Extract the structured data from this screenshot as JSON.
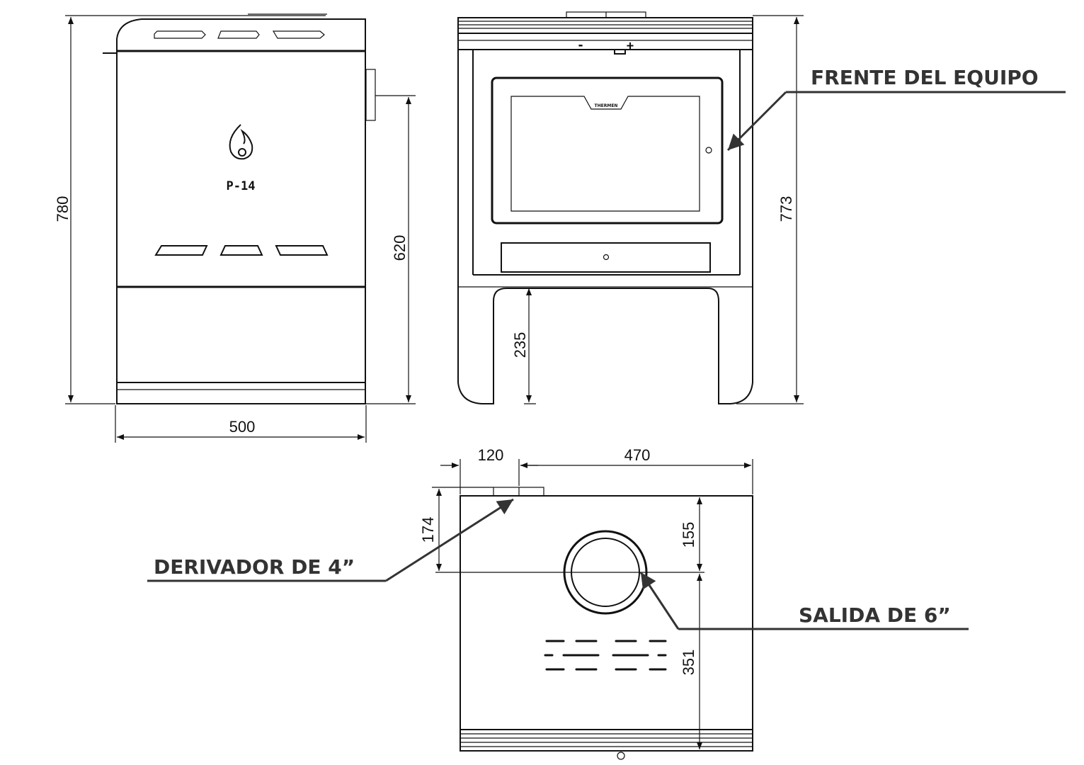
{
  "model_label": "P-14",
  "front_controls": {
    "minus": "-",
    "plus": "+"
  },
  "logo_text": "THERMEN",
  "dimensions": {
    "side_height": "780",
    "side_body_height": "620",
    "side_width": "500",
    "front_height": "773",
    "leg_height": "235",
    "derivador_offset": "120",
    "derivador_to_edge": "470",
    "derivador_depth": "174",
    "salida_from_front": "155",
    "salida_from_back": "351"
  },
  "callouts": {
    "front": "FRENTE DEL EQUIPO",
    "derivador": "DERIVADOR DE 4”",
    "salida": "SALIDA DE 6”"
  }
}
